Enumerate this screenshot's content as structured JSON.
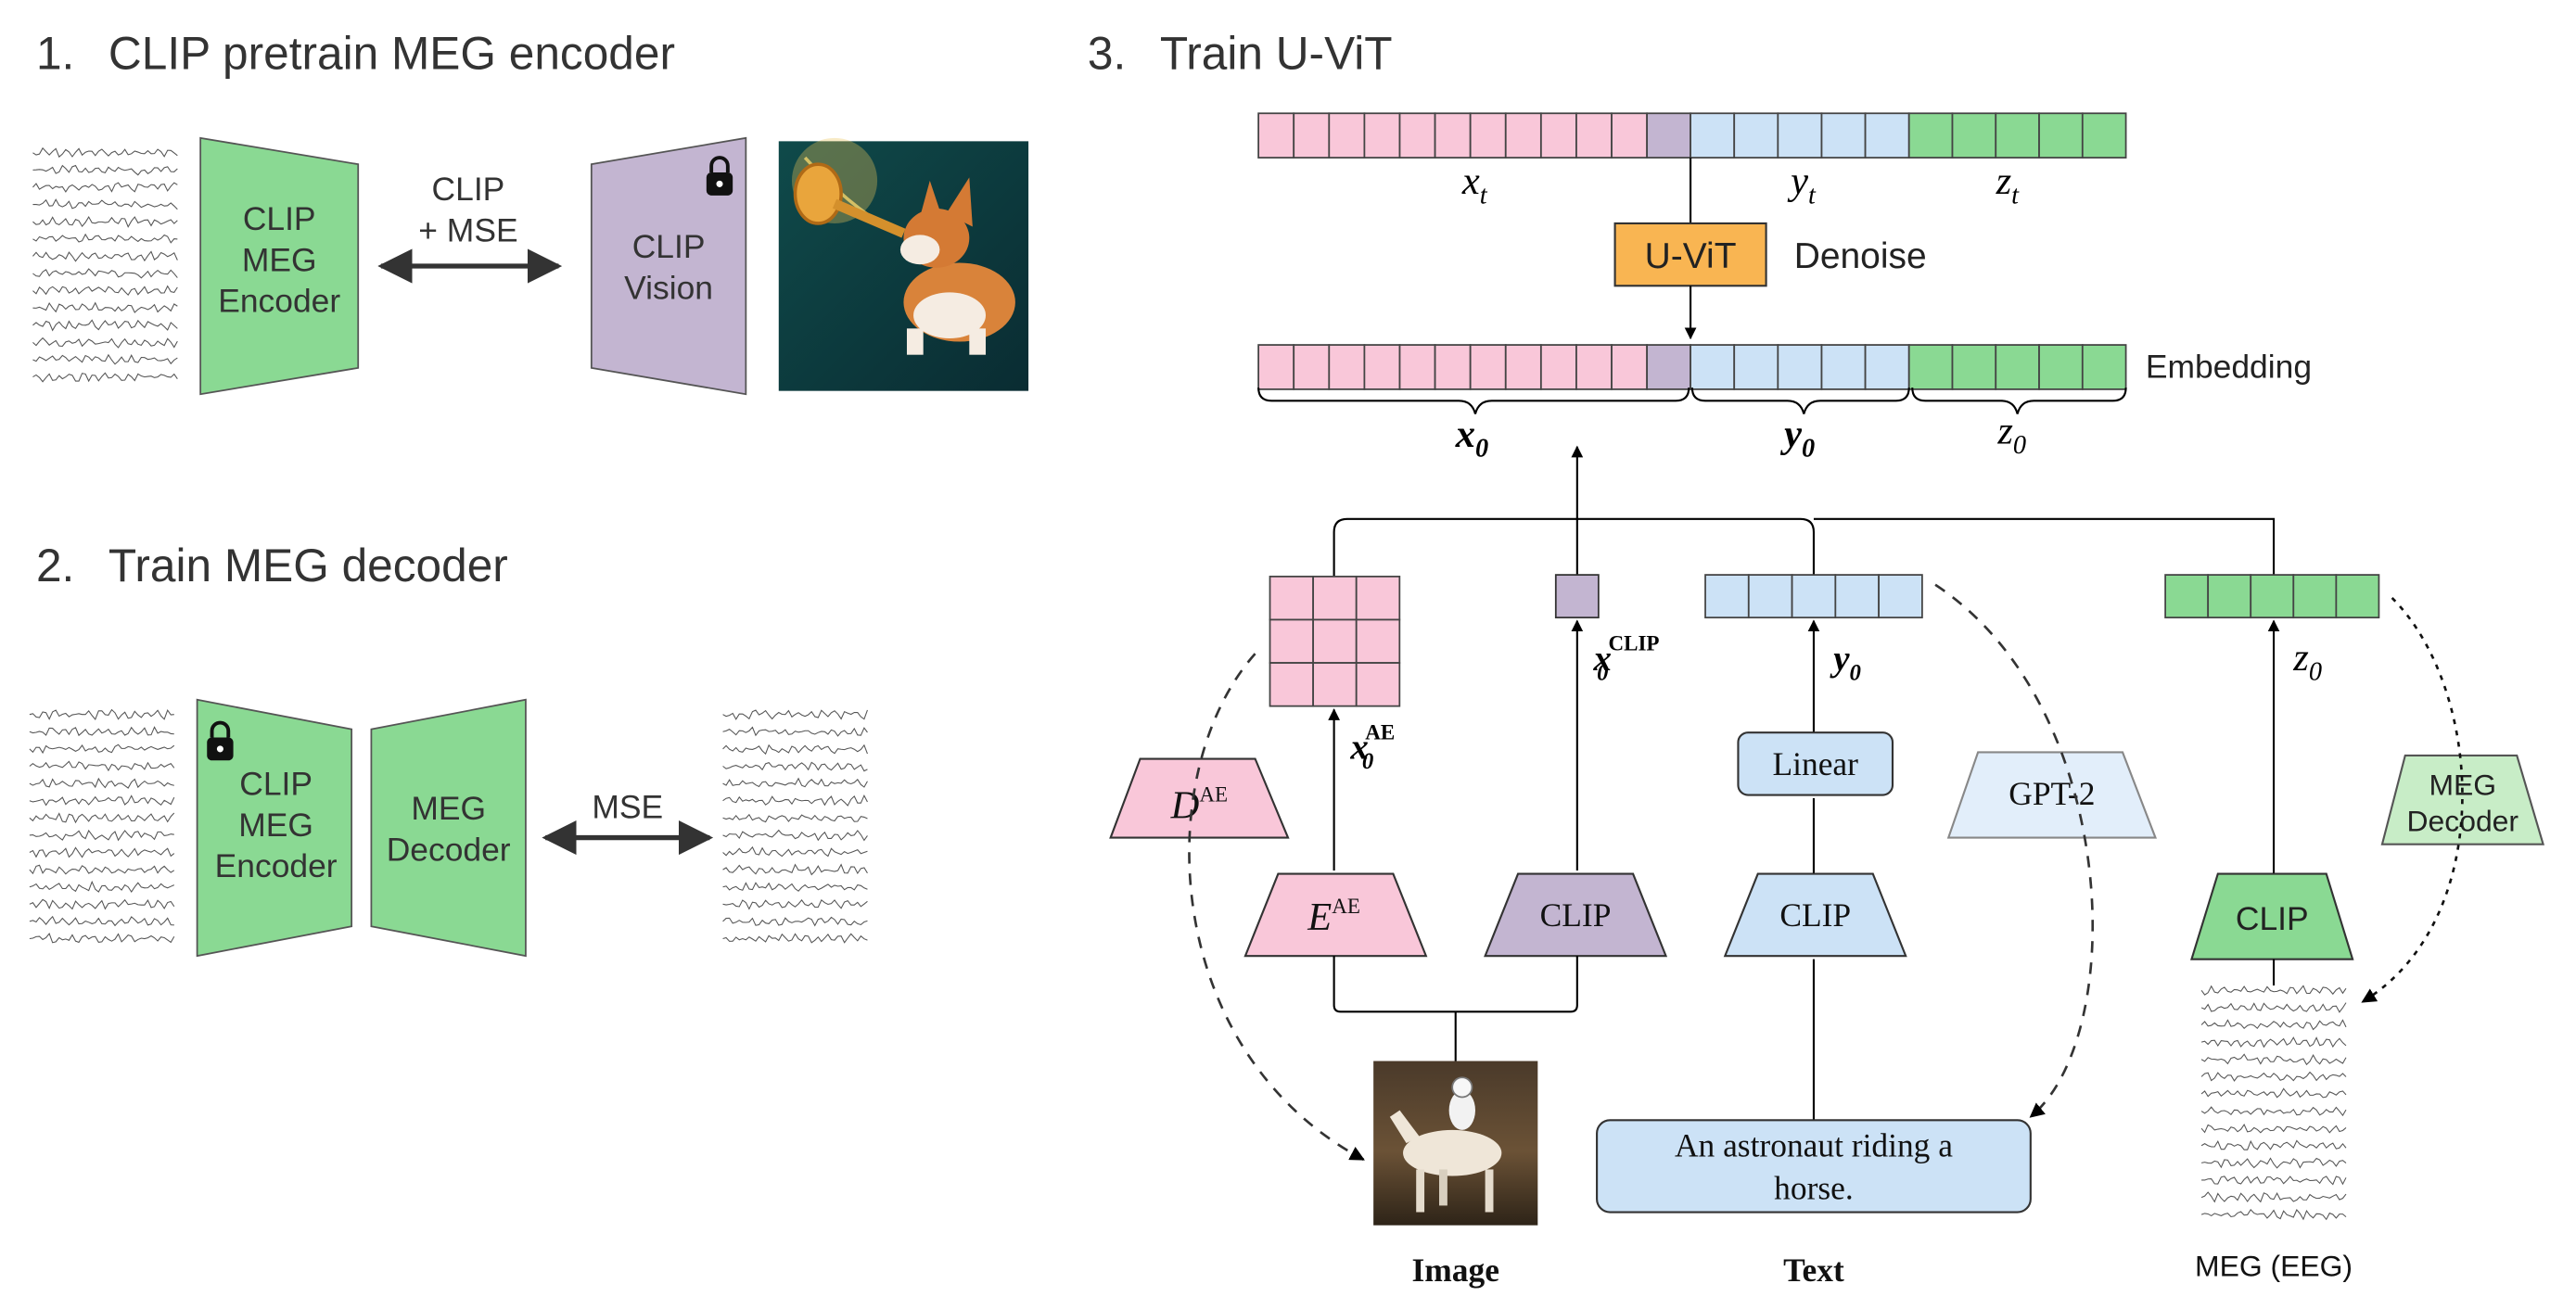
{
  "sections": {
    "s1": {
      "number": "1.",
      "title": "CLIP pretrain MEG encoder"
    },
    "s2": {
      "number": "2.",
      "title": "Train MEG decoder"
    },
    "s3": {
      "number": "3.",
      "title": "Train U-ViT"
    }
  },
  "stage1": {
    "encoder": [
      "CLIP",
      "MEG",
      "Encoder"
    ],
    "loss": [
      "CLIP",
      "+ MSE"
    ],
    "vision": [
      "CLIP",
      "Vision"
    ]
  },
  "stage2": {
    "encoder": [
      "CLIP",
      "MEG",
      "Encoder"
    ],
    "decoder": [
      "MEG",
      "Decoder"
    ],
    "loss": "MSE"
  },
  "stage3": {
    "top_labels": {
      "x": "x",
      "y": "y",
      "z": "z",
      "t": "t"
    },
    "uvit": "U-ViT",
    "denoise": "Denoise",
    "embedding": "Embedding",
    "bottom_labels": {
      "x": "x",
      "y": "y",
      "z": "z",
      "zero": "0"
    },
    "sup_ae": "AE",
    "sup_clip": "CLIP",
    "dec_ae": "D",
    "enc_ae": "E",
    "clip": "CLIP",
    "linear": "Linear",
    "gpt2": "GPT-2",
    "meg_decoder": [
      "MEG",
      "Decoder"
    ],
    "caption": [
      "An astronaut riding a",
      "horse."
    ],
    "labels": {
      "image": "Image",
      "text": "Text",
      "meg": "MEG (EEG)"
    }
  },
  "colors": {
    "pink": "#f9c7d9",
    "blue": "#cce2f6",
    "green": "#8ad993",
    "purple": "#c3b5d1",
    "orange": "#f9b552",
    "pale_green": "#c8edc7",
    "pale_blue": "#e2eefa"
  }
}
